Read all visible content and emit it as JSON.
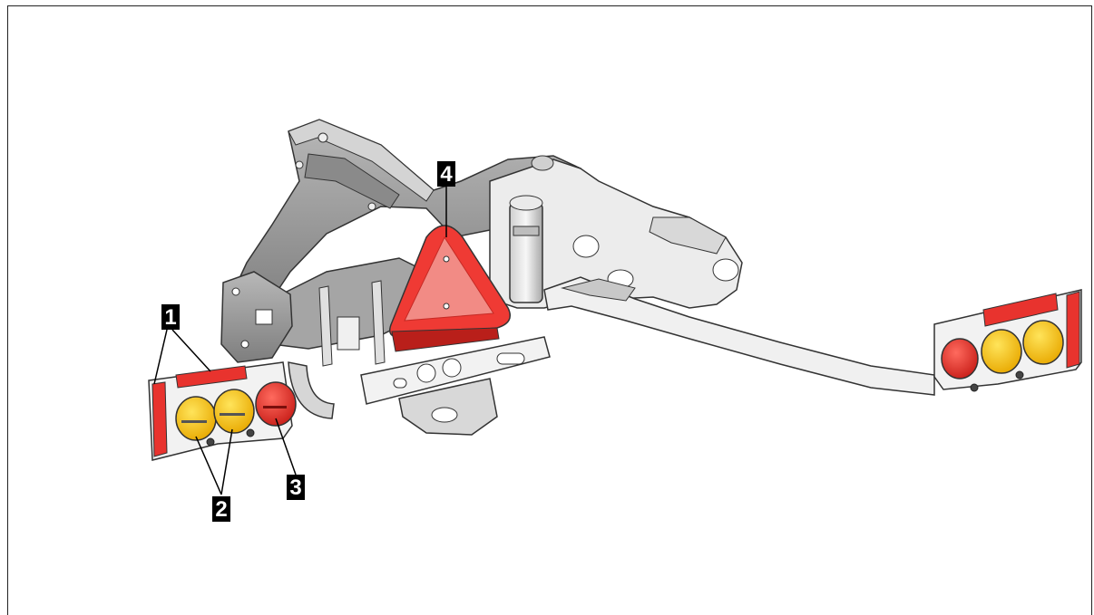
{
  "callouts": [
    {
      "id": "1",
      "label": "1"
    },
    {
      "id": "2",
      "label": "2"
    },
    {
      "id": "3",
      "label": "3"
    },
    {
      "id": "4",
      "label": "4"
    }
  ],
  "colors": {
    "frame": "#9a9a9a",
    "frame_dark": "#6d6d6d",
    "frame_light": "#c9c9c9",
    "plate": "#f2f2f2",
    "reflector_red": "#e8332e",
    "triangle_red": "#ef3a34",
    "triangle_center": "#f28b85",
    "amber_lamp": "#f5c518",
    "red_lamp": "#e8332e",
    "callout_bg": "#000000",
    "callout_text": "#ffffff"
  }
}
